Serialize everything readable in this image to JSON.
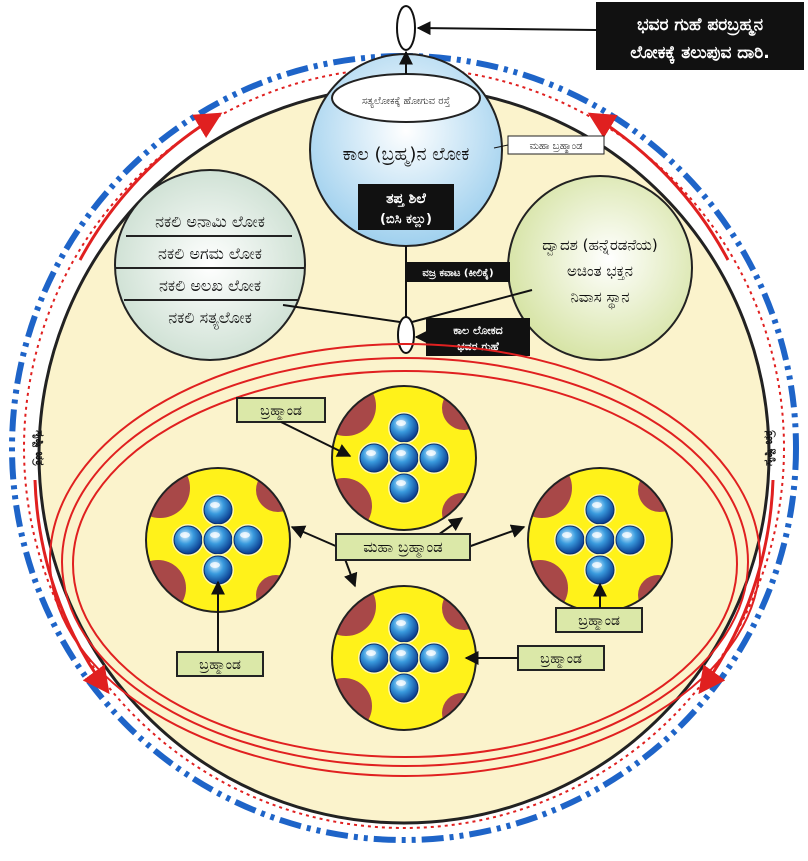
{
  "top_label": {
    "line1": "ಭವರ ಗುಹೆ ಪರಬ್ರಹ್ಮನ",
    "line2": "ಲೋಕಕ್ಕೆ ತಲುಪುವ ದಾರಿ."
  },
  "satya_path": "ಸತ್ಯಲೋಕಕ್ಕೆ ಹೋಗುವ ರಸ್ತೆ",
  "kaal_loka": "ಕಾಲ (ಬ್ರಹ್ಮ)ನ ಲೋಕ",
  "maha_brahmanda_small": "ಮಹಾ ಬ್ರಹ್ಮಾಂಡ",
  "tapta_shile": {
    "line1": "ತಪ್ತ ಶಿಲೆ",
    "line2": "(ಬಿಸಿ ಕಲ್ಲು)"
  },
  "vajra_kavata": "ವಜ್ರ ಕವಾಟ (ಕೀಲಿಕೈ)",
  "fake_lokas": [
    "ನಕಲಿ ಅನಾಮಿ ಲೋಕ",
    "ನಕಲಿ ಅಗಮ ಲೋಕ",
    "ನಕಲಿ ಅಲಖ ಲೋಕ",
    "ನಕಲಿ ಸತ್ಯಲೋಕ"
  ],
  "dwadash": {
    "line1": "ದ್ವಾದಶ (ಹನ್ನೆರಡನೆಯ)",
    "line2": "ಅಚಿಂತ ಭಕ್ತನ",
    "line3": "ನಿವಾಸ ಸ್ಥಾನ"
  },
  "bhavara_guhe": {
    "line1": "ಕಾಲ ಲೋಕದ",
    "line2": "ಭವರ ಗುಹೆ"
  },
  "brahmanda_label": "ಬ್ರಹ್ಮಾಂಡ",
  "maha_brahmanda_center": "ಮಹಾ ಬ್ರಹ್ಮಾಂಡ",
  "side_left": "ಸೃಷ್ಟಿ ಚಕ್ರ",
  "side_right": "ಸೃಷ್ಟಿ ಚಕ್ರ",
  "colors": {
    "outer_dash": "#1e64c8",
    "cream": "#fbf3cc",
    "red": "#e02020",
    "yellow": "#fff21a",
    "brown": "#a84848",
    "label_green": "#dbe8a8",
    "black_box": "#111111"
  }
}
